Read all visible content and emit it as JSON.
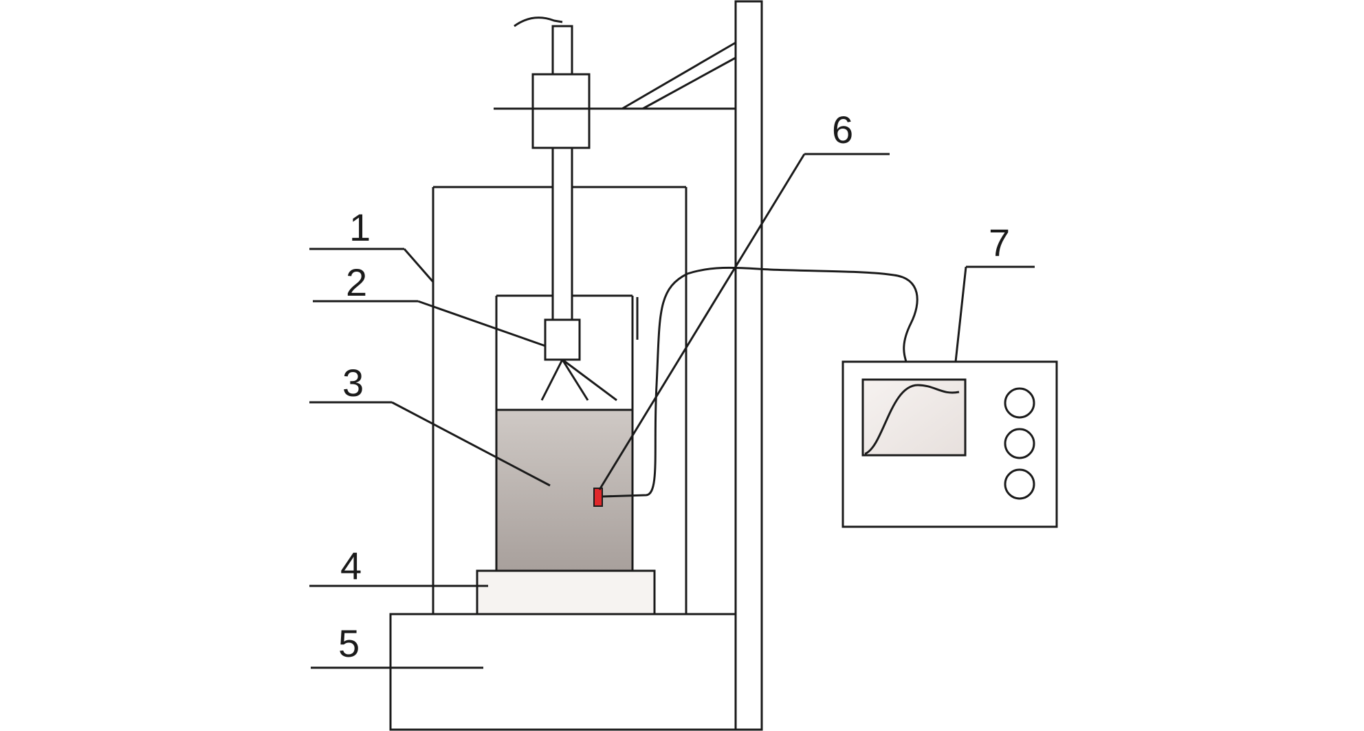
{
  "labels": {
    "frame": "1",
    "spray_nozzle": "2",
    "sample": "3",
    "support_block": "4",
    "base": "5",
    "sensor": "6",
    "recorder": "7"
  },
  "colors": {
    "line": "#1a1a1a",
    "sample_fill_top": "#cfc9c5",
    "sample_fill_bottom": "#a8a09c",
    "support_fill": "#f6f3f1",
    "sensor_fill": "#e0282b",
    "screen_fill": "#f3eeec",
    "background": "#ffffff"
  },
  "icons": {
    "sensor": "sensor-marker-icon",
    "recorder_screen": "curve-display-icon",
    "recorder_knobs": "knob-icon"
  }
}
